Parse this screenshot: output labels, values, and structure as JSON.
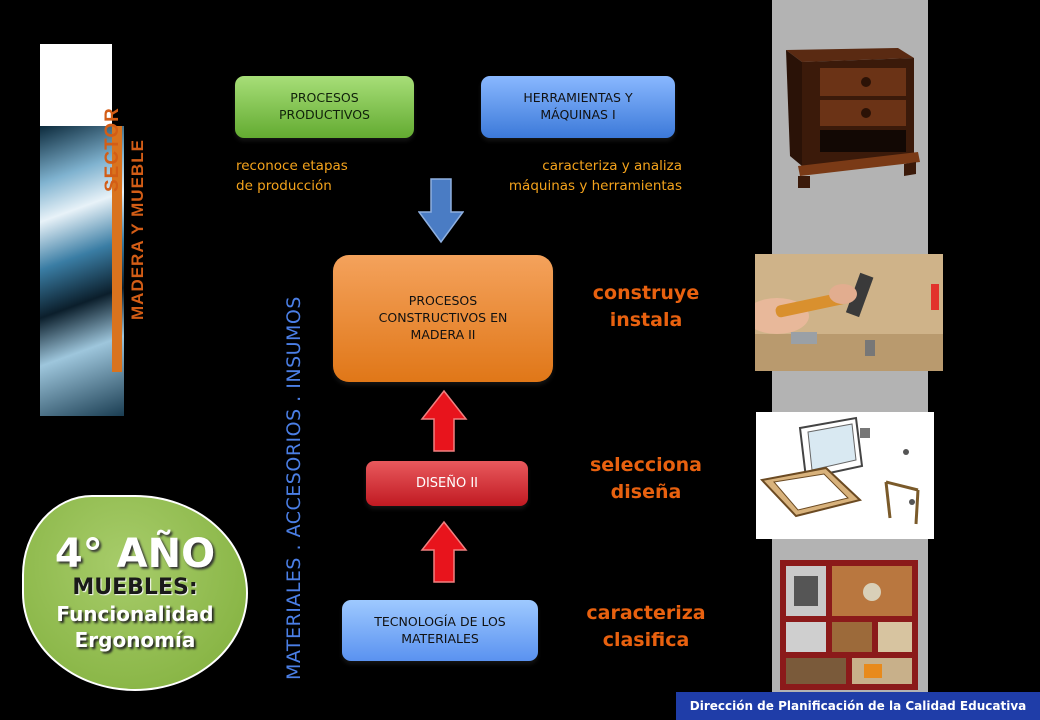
{
  "sector": {
    "line1": "SECTOR",
    "line2": "MADERA Y MUEBLE"
  },
  "boxes": {
    "procesos": "PROCESOS PRODUCTIVOS",
    "herramientas": "HERRAMIENTAS Y MÁQUINAS I",
    "constructivos": "PROCESOS CONSTRUCTIVOS EN MADERA II",
    "diseno": "DISEÑO II",
    "tecnologia": "TECNOLOGÍA DE LOS MATERIALES"
  },
  "notes": {
    "reconoce_1": "reconoce etapas",
    "reconoce_2": "de producción",
    "caracteriza_1": "caracteriza y analiza",
    "caracteriza_2": "máquinas y herramientas"
  },
  "verbs": {
    "construye": "construye",
    "instala": "instala",
    "selecciona": "selecciona",
    "disena": "diseña",
    "caracteriza": "caracteriza",
    "clasifica": "clasifica"
  },
  "materials": "MATERIALES . ACCESORIOS . INSUMOS",
  "year": {
    "title": "4° AÑO",
    "subtitle": "MUEBLES:",
    "line1": "Funcionalidad",
    "line2": "Ergonomía"
  },
  "footer": "Dirección de Planificación de la Calidad Educativa",
  "colors": {
    "arrow_down": "#4a7cc4",
    "arrow_up": "#e8141c",
    "verb": "#e8610f",
    "note": "#f4a31c"
  }
}
